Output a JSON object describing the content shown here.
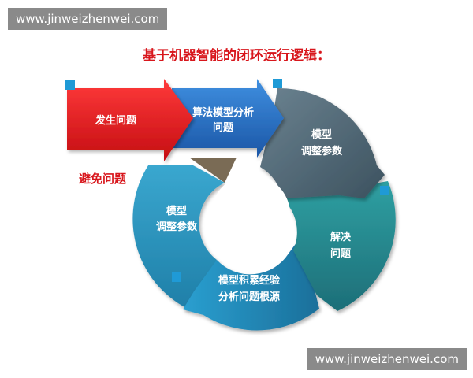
{
  "watermark": {
    "top": "www.jinweizhenwei.com",
    "bottom": "www.jinweizhenwei.com"
  },
  "title": "基于机器智能的闭环运行逻辑：",
  "cycle": {
    "problem": "发生问题",
    "algorithm_line1": "算法模型分析",
    "algorithm_line2": "问题",
    "tune_right_line1": "模型",
    "tune_right_line2": "调整参数",
    "solve_line1": "解决",
    "solve_line2": "问题",
    "accumulate_line1": "模型积累经验",
    "accumulate_line2": "分析问题根源",
    "tune_left_line1": "模型",
    "tune_left_line2": "调整参数",
    "avoid": "避免问题"
  },
  "colors": {
    "red": "#e31b1f",
    "blue": "#2a6fc4",
    "slate": "#4f6673",
    "teal": "#2b8a8f",
    "teal_blue": "#1f86b0",
    "sky": "#2d9bc4",
    "title": "#d8161c",
    "marker": "#1f9ad6"
  }
}
